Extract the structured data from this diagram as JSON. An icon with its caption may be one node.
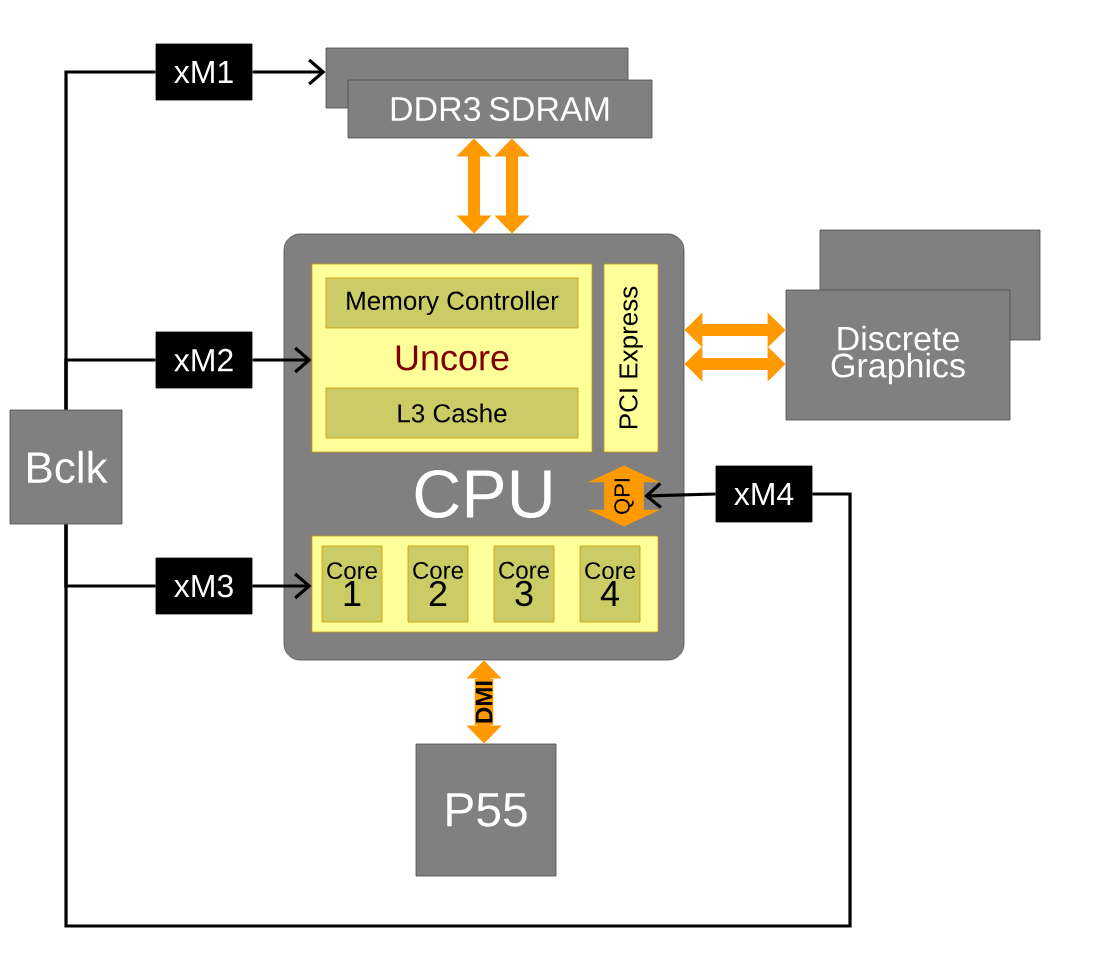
{
  "diagram": {
    "nodes": [
      {
        "text": [
          "xM1"
        ]
      },
      {
        "text": [
          "DDR3 SDRAM"
        ]
      },
      {
        "text": [
          "CPU"
        ]
      },
      {
        "text": [
          "Uncore"
        ],
        "in": 2
      },
      {
        "text": [
          "Memory Controller"
        ],
        "in": 3
      },
      {
        "text": [
          "L3 Cashe"
        ],
        "in": 3
      },
      {
        "text": [
          "PCI Express"
        ],
        "in": 2
      },
      {
        "text": [
          "xM2"
        ]
      },
      {
        "text": [
          "Discrete Graphics"
        ]
      },
      {
        "text": [
          "Bclk"
        ]
      },
      {
        "text": [
          "QPI"
        ],
        "in": 2
      },
      {
        "text": [
          "xM4"
        ]
      },
      {
        "text": [],
        "shape": "box",
        "in": 2
      },
      {
        "text": [
          "Core",
          "1"
        ],
        "in": 12
      },
      {
        "text": [
          "Core",
          "2"
        ],
        "in": 12
      },
      {
        "text": [
          "Core",
          "3"
        ],
        "in": 12
      },
      {
        "text": [
          "Core",
          "4"
        ],
        "in": 12
      },
      {
        "text": [
          "xM3"
        ]
      },
      {
        "text": [
          "P55"
        ]
      }
    ],
    "edges": [
      {
        "from": 9,
        "to": 0,
        "arrow": "none"
      },
      {
        "from": 0,
        "to": 1,
        "arrow": "to"
      },
      {
        "from": 9,
        "to": 7,
        "arrow": "none"
      },
      {
        "from": 7,
        "to": 3,
        "arrow": "to"
      },
      {
        "from": 9,
        "to": 17,
        "arrow": "none"
      },
      {
        "from": 17,
        "to": 12,
        "arrow": "to"
      },
      {
        "from": 9,
        "to": 11,
        "arrow": "none"
      },
      {
        "from": 11,
        "to": 10,
        "arrow": "to"
      },
      {
        "from": 2,
        "to": 1,
        "arrow": "both",
        "style": "thick",
        "color": "#ff9900"
      },
      {
        "from": 2,
        "to": 1,
        "arrow": "both",
        "style": "thick",
        "color": "#ff9900"
      },
      {
        "from": 2,
        "to": 8,
        "arrow": "both",
        "style": "thick",
        "color": "#ff9900"
      },
      {
        "from": 2,
        "to": 8,
        "arrow": "both",
        "style": "thick",
        "color": "#ff9900"
      },
      {
        "from": 2,
        "to": 18,
        "arrow": "both",
        "style": "thick",
        "color": "#ff9900",
        "label": "DMI"
      }
    ]
  }
}
